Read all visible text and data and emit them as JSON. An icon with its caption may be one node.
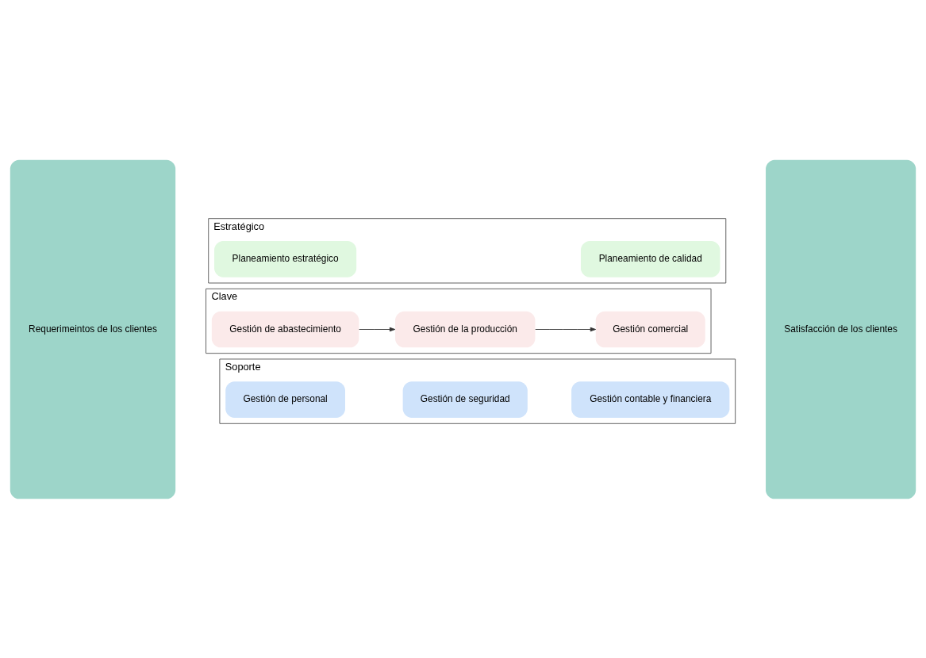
{
  "diagram": {
    "nodes": [
      {
        "text": [
          "Requerimeintos de los clientes"
        ]
      },
      {
        "text": [
          "Estratégico"
        ]
      },
      {
        "text": [
          "Planeamiento estratégico"
        ],
        "in": 1
      },
      {
        "text": [
          "Planeamiento de calidad"
        ],
        "in": 1
      },
      {
        "text": [
          "Clave"
        ]
      },
      {
        "text": [
          "Gestión de abastecimiento"
        ],
        "in": 4
      },
      {
        "text": [
          "Gestión de la producción"
        ],
        "in": 4
      },
      {
        "text": [
          "Gestión comercial"
        ],
        "in": 4
      },
      {
        "text": [
          "Soporte"
        ]
      },
      {
        "text": [
          "Gestión de personal"
        ],
        "in": 8
      },
      {
        "text": [
          "Gestión de seguridad"
        ],
        "in": 8
      },
      {
        "text": [
          "Gestión contable y financiera"
        ],
        "in": 8
      },
      {
        "text": [
          "Satisfacción de los clientes"
        ]
      }
    ],
    "edges": [
      {
        "from": 5,
        "to": 6,
        "arrow": "to"
      },
      {
        "from": 6,
        "to": 7,
        "arrow": "to"
      }
    ]
  }
}
